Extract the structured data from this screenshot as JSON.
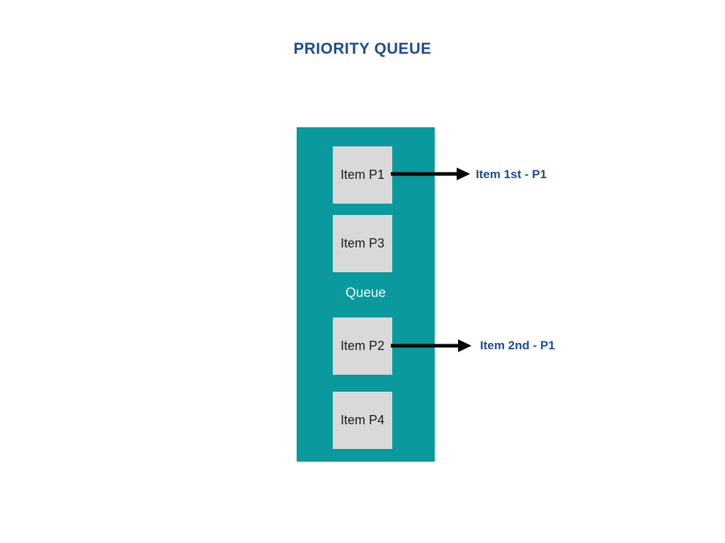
{
  "title": "PRIORITY QUEUE",
  "queue": {
    "label": "Queue",
    "items": [
      {
        "label": "Item P1"
      },
      {
        "label": "Item P3"
      },
      {
        "label": "Item P2"
      },
      {
        "label": "Item P4"
      }
    ]
  },
  "annotations": [
    {
      "label": "Item 1st - P1"
    },
    {
      "label": "Item 2nd - P1"
    }
  ],
  "colors": {
    "container_teal": "#0a999c",
    "box_gray": "#d9d9d9",
    "heading_blue": "#1d4d90",
    "queue_label_text": "#e9fcfd",
    "arrow_black": "#000000",
    "box_text": "#1a1a1a",
    "background": "#ffffff"
  }
}
